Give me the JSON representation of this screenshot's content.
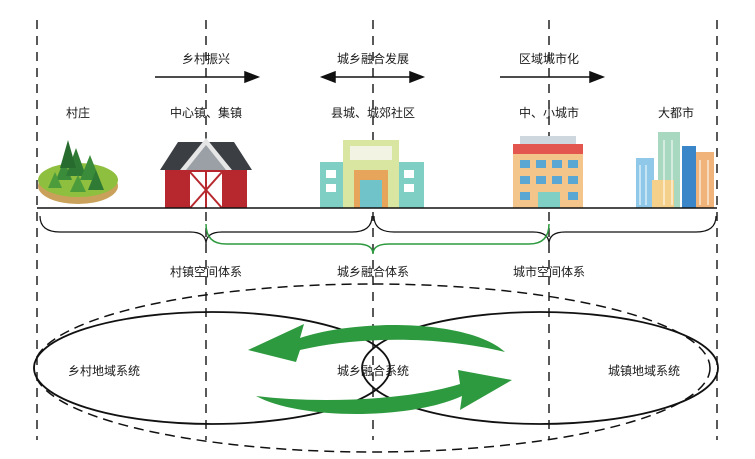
{
  "flow": {
    "rural_revitalization": "乡村振兴",
    "urban_rural_integration": "城乡融合发展",
    "regional_urbanization": "区域城市化"
  },
  "settlements": {
    "village": "村庄",
    "central_town": "中心镇、集镇",
    "county_town": "县城、城郊社区",
    "small_medium_city": "中、小城市",
    "metropolis": "大都市"
  },
  "systems": {
    "village_town_spatial": "村镇空间体系",
    "urban_rural_integration": "城乡融合体系",
    "urban_spatial": "城市空间体系"
  },
  "regions": {
    "rural_regional": "乡村地域系统",
    "urban_rural_fusion": "城乡融合系统",
    "urban_town_regional": "城镇地域系统"
  },
  "colors": {
    "green_arrow": "#2e9a3f",
    "bracket_green": "#2e9a3f"
  }
}
